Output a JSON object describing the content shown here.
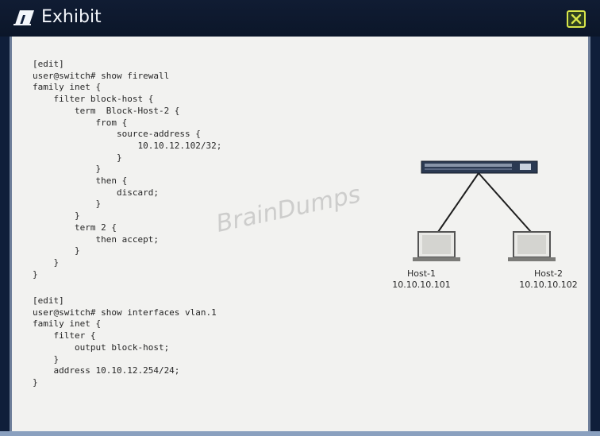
{
  "window": {
    "title": "Exhibit",
    "icons": {
      "title": "exhibit-book-icon",
      "close": "close-x-icon"
    }
  },
  "code_block_1": {
    "lines": [
      "[edit]",
      "user@switch# show firewall",
      "family inet {",
      "    filter block-host {",
      "        term  Block-Host-2 {",
      "            from {",
      "                source-address {",
      "                    10.10.12.102/32;",
      "                }",
      "            }",
      "            then {",
      "                discard;",
      "            }",
      "        }",
      "        term 2 {",
      "            then accept;",
      "        }",
      "    }",
      "}"
    ]
  },
  "code_block_2": {
    "lines": [
      "[edit]",
      "user@switch# show interfaces vlan.1",
      "family inet {",
      "    filter {",
      "        output block-host;",
      "    }",
      "    address 10.10.12.254/24;",
      "}"
    ]
  },
  "watermark": "BrainDumps",
  "diagram": {
    "switch_icon": "network-switch-icon",
    "hosts": [
      {
        "name": "Host-1",
        "ip": "10.10.10.101",
        "icon": "laptop-icon"
      },
      {
        "name": "Host-2",
        "ip": "10.10.10.102",
        "icon": "laptop-icon"
      }
    ]
  }
}
